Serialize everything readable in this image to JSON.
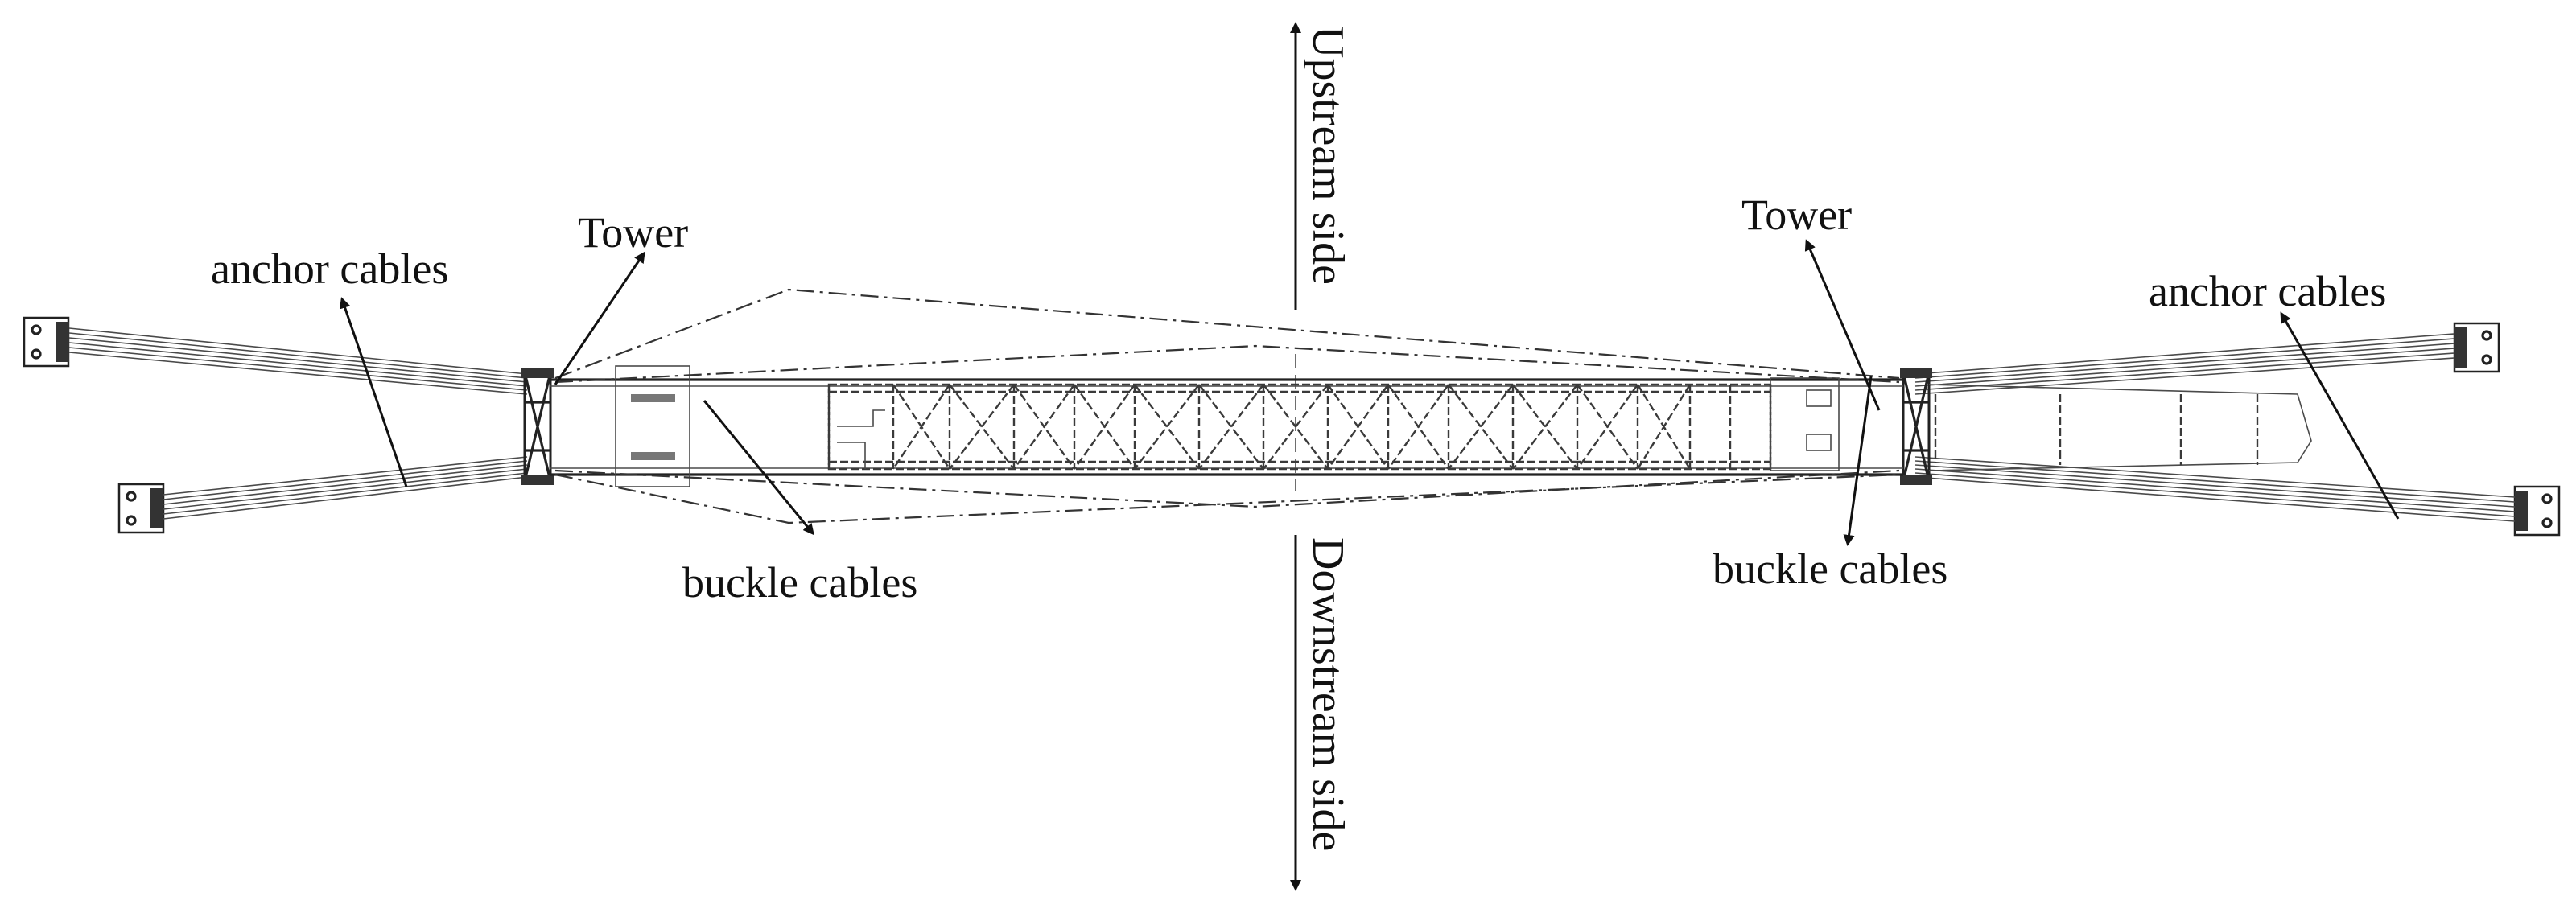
{
  "labels": {
    "anchor_left": "anchor cables",
    "anchor_right": "anchor cables",
    "tower_left": "Tower",
    "tower_right": "Tower",
    "buckle_left": "buckle cables",
    "buckle_right": "buckle cables",
    "upstream": "Upstream side",
    "downstream": "Downstream side"
  },
  "colors": {
    "line": "#333333",
    "text": "#111111",
    "background": "#ffffff"
  }
}
